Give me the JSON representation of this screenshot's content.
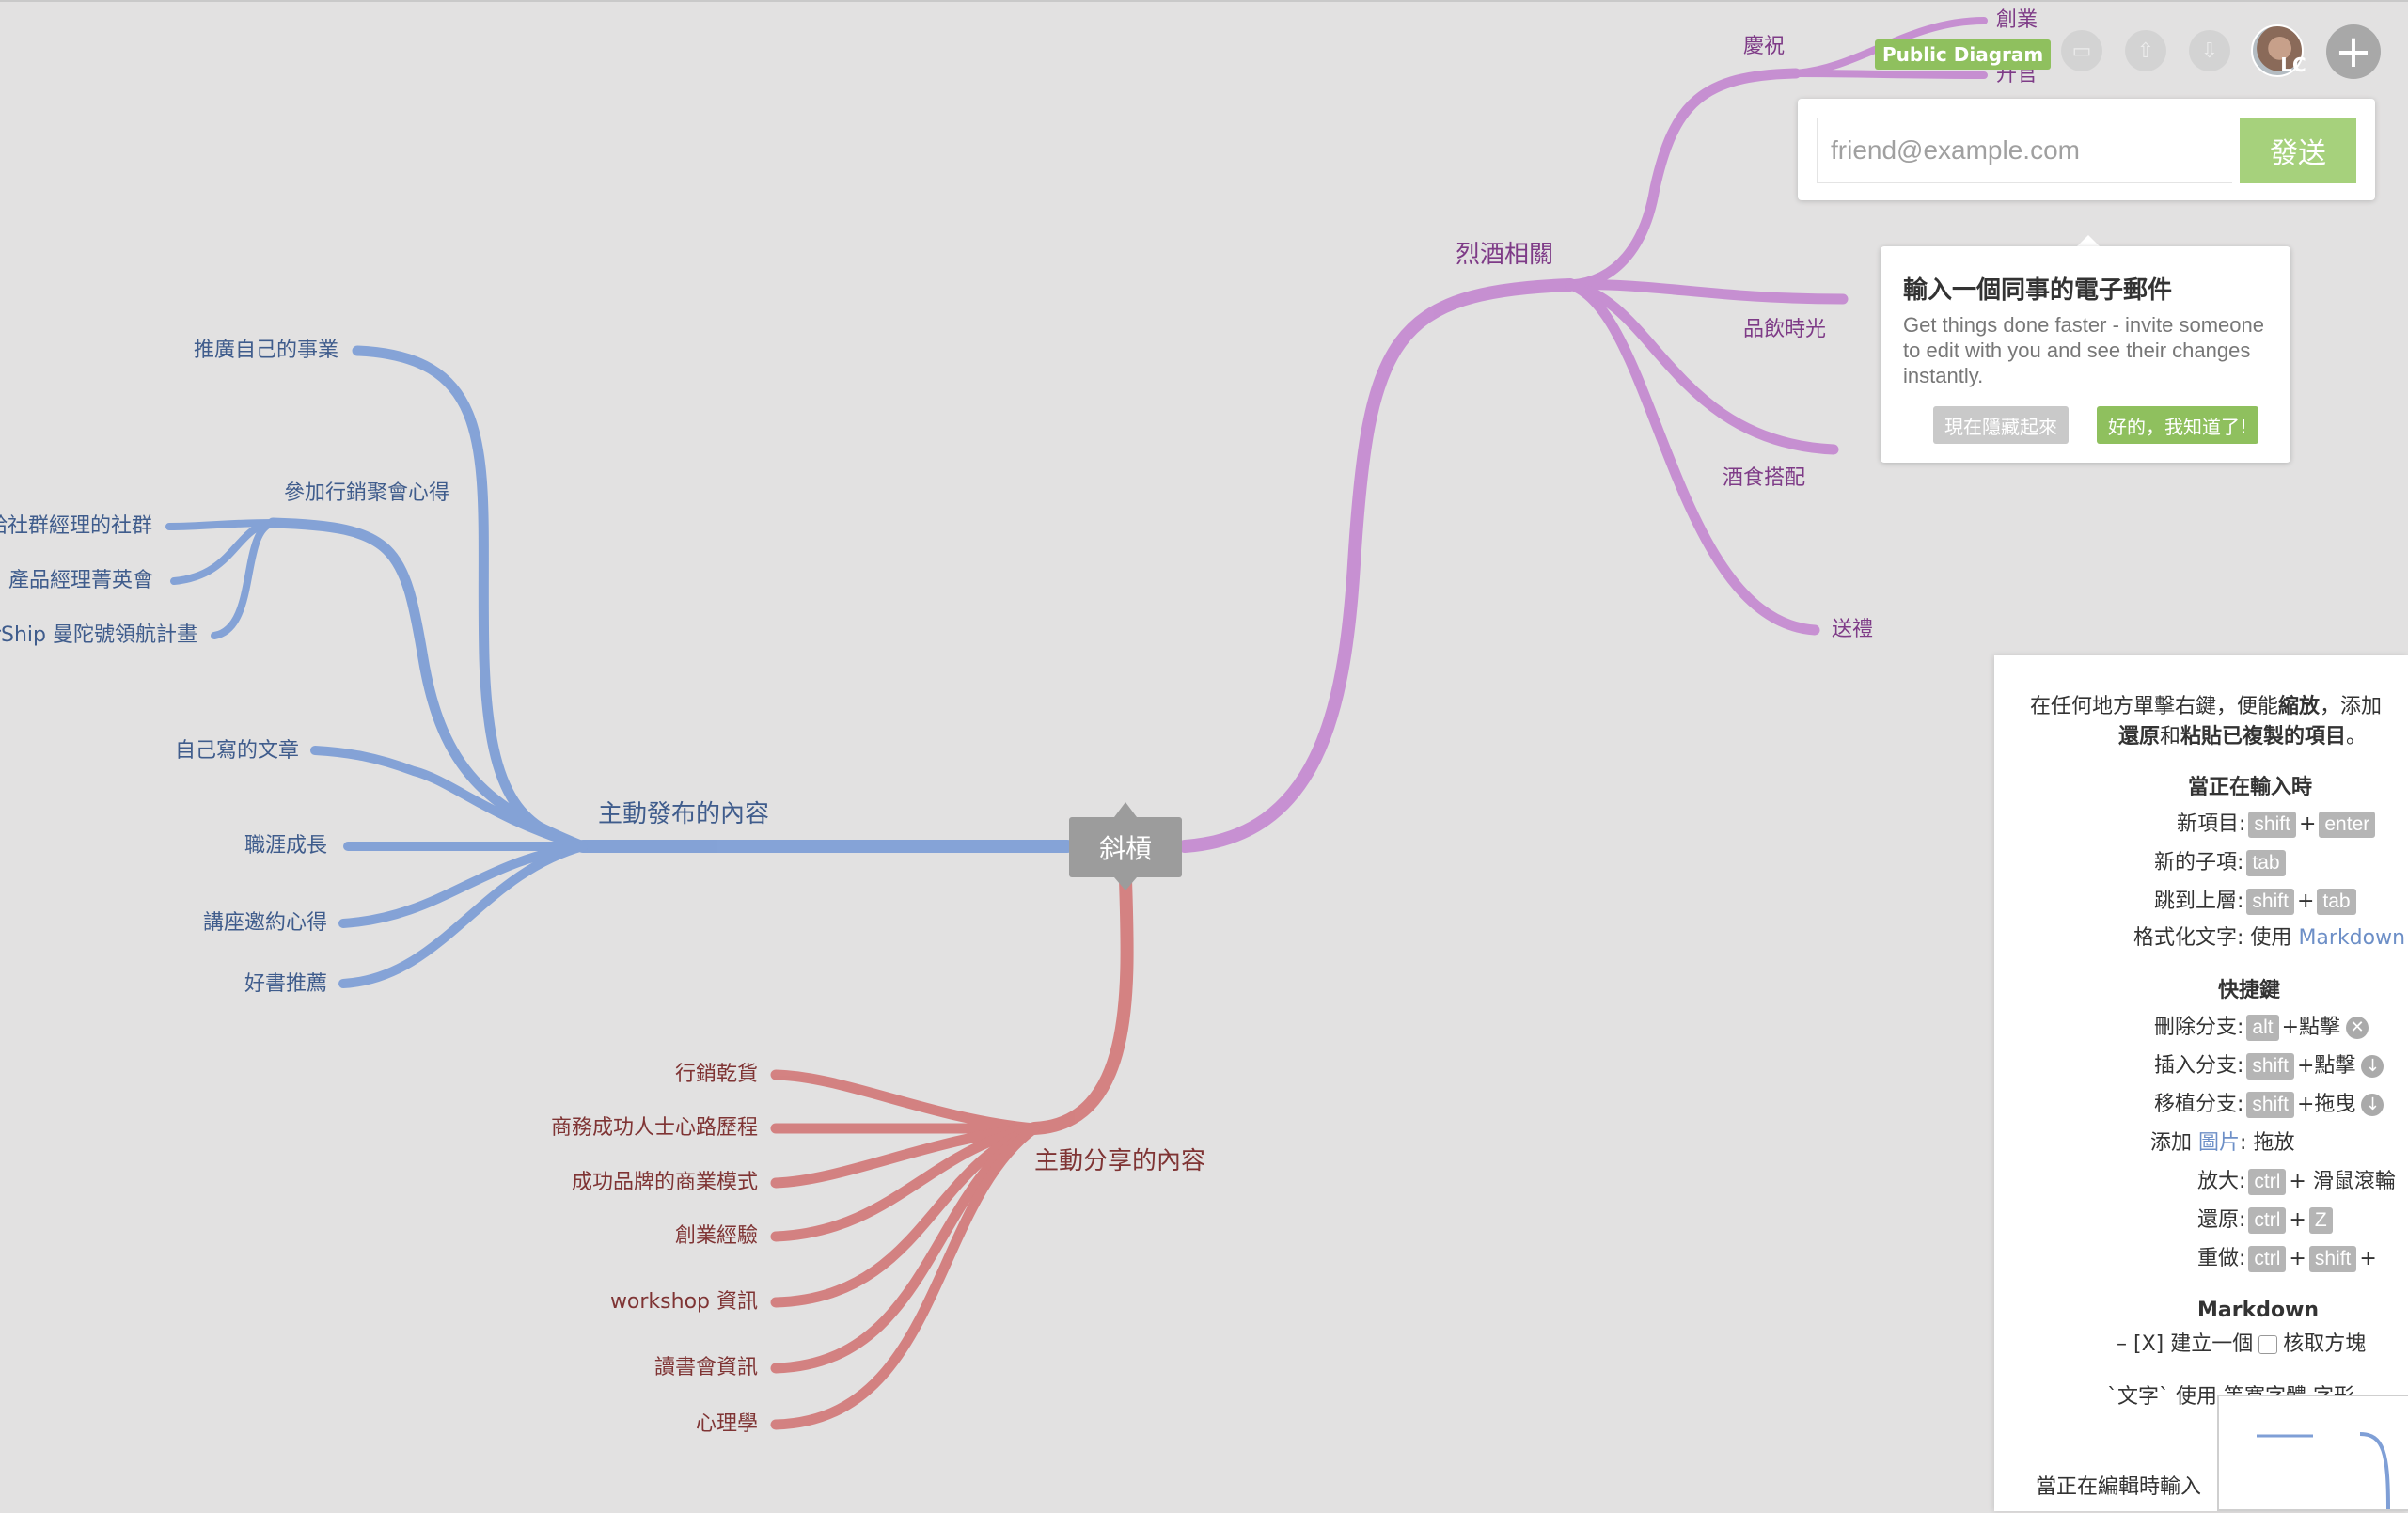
{
  "colors": {
    "background": "#e2e1e1",
    "branch_blue": "#7f9fd6",
    "branch_pink": "#c58bd1",
    "branch_red": "#d37c7c",
    "center_node": "#9c9c9c",
    "accent_green": "#a6d17c"
  },
  "center": {
    "label": "斜槓"
  },
  "branches": {
    "blue": {
      "label": "主動發布的內容",
      "children": [
        "推廣自己的事業",
        "參加行銷聚會心得",
        "自己寫的文章",
        "職涯成長",
        "講座邀約心得",
        "好書推薦"
      ],
      "sub": [
        "給社群經理的社群",
        "產品經理菁英會",
        "MentorShip 曼陀號領航計畫"
      ]
    },
    "pink": {
      "label": "烈酒相關",
      "children": [
        "慶祝",
        "品飲時光",
        "酒食搭配",
        "送禮"
      ],
      "sub": [
        "創業",
        "升官"
      ]
    },
    "red": {
      "label": "主動分享的內容",
      "children": [
        "行銷乾貨",
        "商務成功人士心路歷程",
        "成功品牌的商業模式",
        "創業經驗",
        "workshop 資訊",
        "讀書會資訊",
        "心理學"
      ]
    }
  },
  "toolbar": {
    "public_badge": "Public Diagram",
    "avatar_initials": "LC",
    "icons": [
      "present-icon",
      "upload-icon",
      "download-icon",
      "share-icon",
      "add-collaborator-icon"
    ]
  },
  "invite": {
    "placeholder": "friend@example.com",
    "send_label": "發送"
  },
  "tip": {
    "title": "輸入一個同事的電子郵件",
    "body": "Get things done faster - invite someone to edit with you and see their changes instantly.",
    "hide_label": "現在隱藏起來",
    "ok_label": "好的，我知道了!"
  },
  "help": {
    "intro_1a": "在任何地方單擊右鍵，便能",
    "intro_1b": "縮放",
    "intro_1c": "，添加",
    "intro_2a": "還原",
    "intro_2b": "和",
    "intro_2c": "粘貼已複製的項目",
    "intro_2d": "。",
    "typing_heading": "當正在輸入時",
    "new_item": "新項目:",
    "new_child": "新的子項:",
    "jump_parent": "跳到上層:",
    "format_text": "格式化文字:",
    "use": "使用",
    "markdown_link": "Markdown",
    "shortcuts_heading": "快捷鍵",
    "delete_branch": "刪除分支:",
    "insert_branch": "插入分支:",
    "move_branch": "移植分支:",
    "add": "添加",
    "image_link": "圖片",
    "drag_drop": "拖放",
    "zoom": "放大:",
    "undo": "還原:",
    "redo": "重做:",
    "click": "點擊",
    "drag": "拖曳",
    "scroll": "滑鼠滾輪",
    "plus": "+",
    "markdown_heading": "Markdown",
    "md_todo_a": "– [X] 建立一個",
    "md_todo_b": "核取方塊",
    "md_code_a": "`文字` 使用",
    "md_code_b": "等寬字體 字形",
    "editing_heading": "當正在編輯時輸入",
    "keys": {
      "shift": "shift",
      "enter": "enter",
      "tab": "tab",
      "alt": "alt",
      "ctrl": "ctrl",
      "z": "Z"
    }
  }
}
